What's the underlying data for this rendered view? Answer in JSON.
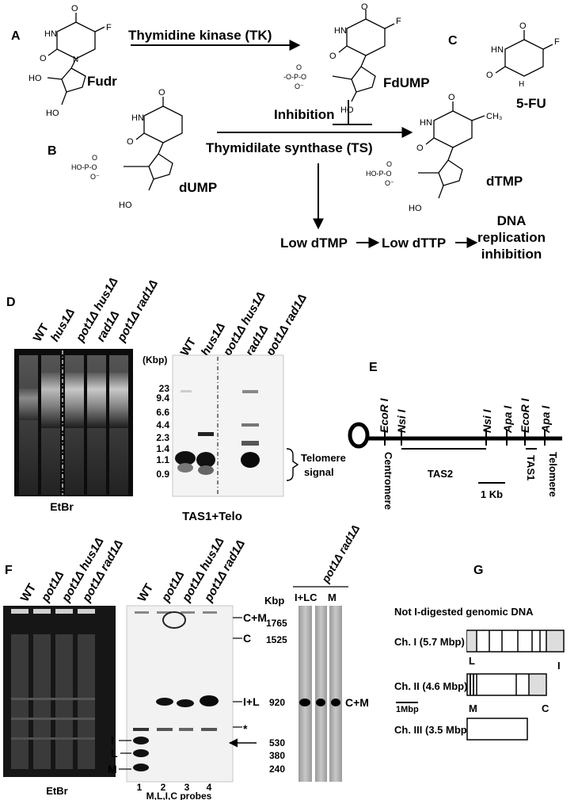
{
  "panel_letters": {
    "A": "A",
    "B": "B",
    "C": "C",
    "D": "D",
    "E": "E",
    "F": "F",
    "G": "G"
  },
  "pathway": {
    "fudr": "Fudr",
    "fdump": "FdUMP",
    "dump": "dUMP",
    "dtmp": "dTMP",
    "fu": "5-FU",
    "tk": "Thymidine kinase (TK)",
    "inhibition": "Inhibition",
    "ts": "Thymidilate synthase (TS)",
    "low_dtmp": "Low dTMP",
    "low_dttp": "Low dTTP",
    "dna_rep": [
      "DNA",
      "replication",
      "inhibition"
    ]
  },
  "chem": {
    "o": "O",
    "f": "F",
    "hn": "HN",
    "nh": "H",
    "n": "N",
    "ho": "HO",
    "ch3": "CH₃",
    "p": "P",
    "hop": "HO-P-O",
    "pop": "-O-P-O",
    "om": "O⁻"
  },
  "panelD": {
    "gel_lanes": [
      "WT",
      "hus1Δ",
      "pot1Δ hus1Δ",
      "rad1Δ",
      "pot1Δ rad1Δ"
    ],
    "gel_label": "EtBr",
    "blot_lanes": [
      "WT",
      "hus1Δ",
      "pot1Δ hus1Δ",
      "rad1Δ",
      "pot1Δ rad1Δ"
    ],
    "kbp_header": "(Kbp)",
    "markers": [
      "23",
      "9.4",
      "6.6",
      "4.4",
      "2.3",
      "1.4",
      "1.1",
      "0.9"
    ],
    "telomere_signal": [
      "Telomere",
      "signal"
    ],
    "blot_label": "TAS1+Telo"
  },
  "panelE": {
    "sites": [
      "EcoR I",
      "Nsi I",
      "Nsi I",
      "Apa I",
      "EcoR I",
      "Apa I"
    ],
    "centromere": "Centromere",
    "tas2": "TAS2",
    "tas1": "TAS1",
    "telomere": "Telomere",
    "scale": "1 Kb"
  },
  "panelF": {
    "gel_lanes": [
      "WT",
      "pot1Δ",
      "pot1Δ hus1Δ",
      "pot1Δ rad1Δ"
    ],
    "gel_label": "EtBr",
    "blot_lanes": [
      "WT",
      "pot1Δ",
      "pot1Δ hus1Δ",
      "pot1Δ rad1Δ"
    ],
    "lane_numbers": [
      "1",
      "2",
      "3",
      "4"
    ],
    "probes": "M,L,I,C probes",
    "band_left": [
      "I",
      "L",
      "M"
    ],
    "band_right": [
      "C+M",
      "C",
      "I+L",
      "*"
    ],
    "kbp_header": "Kbp",
    "kbp": [
      "1765",
      "1525",
      "920",
      "530",
      "380",
      "240"
    ],
    "inset_title": "pot1Δ rad1Δ",
    "inset_lanes": [
      "I+LC",
      "M"
    ],
    "inset_band": "C+M"
  },
  "panelG": {
    "title": "Not I-digested genomic DNA",
    "chromosomes": [
      {
        "label": "Ch. I (5.7 Mbp)",
        "left": "L",
        "right": "I"
      },
      {
        "label": "Ch. II (4.6 Mbp)",
        "left": "M",
        "right": "C"
      },
      {
        "label": "Ch. III (3.5 Mbp)",
        "left": "",
        "right": ""
      }
    ],
    "scale": "1Mbp"
  }
}
